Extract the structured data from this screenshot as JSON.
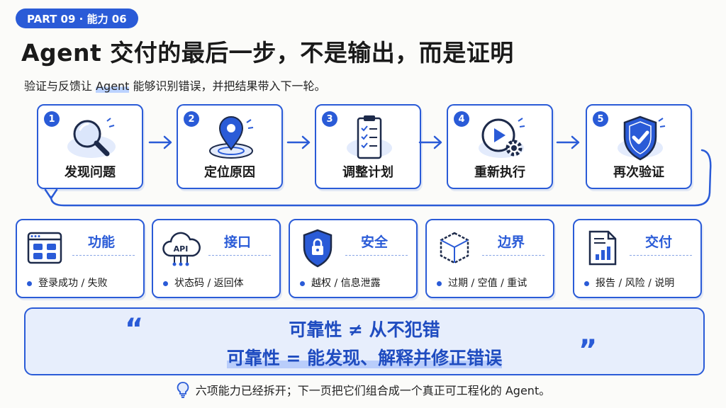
{
  "header": {
    "section_tag": "PART 09 · 能力 06",
    "title": "Agent 交付的最后一步，不是输出，而是证明",
    "subtitle_pre": "验证与反馈让 ",
    "subtitle_hl": "Agent",
    "subtitle_post": " 能够识别错误，并把结果带入下一轮。"
  },
  "steps": [
    {
      "num": "1",
      "label": "发现问题",
      "icon": "magnifier-icon"
    },
    {
      "num": "2",
      "label": "定位原因",
      "icon": "location-pin-icon"
    },
    {
      "num": "3",
      "label": "调整计划",
      "icon": "clipboard-checklist-icon"
    },
    {
      "num": "4",
      "label": "重新执行",
      "icon": "play-gear-icon"
    },
    {
      "num": "5",
      "label": "再次验证",
      "icon": "shield-check-icon"
    }
  ],
  "cards": [
    {
      "title": "功能",
      "desc": "登录成功 / 失败",
      "icon": "app-window-icon"
    },
    {
      "title": "接口",
      "desc": "状态码 / 返回体",
      "icon": "api-cloud-icon",
      "icon_text": "API"
    },
    {
      "title": "安全",
      "desc": "越权 / 信息泄露",
      "icon": "lock-shield-icon"
    },
    {
      "title": "边界",
      "desc": "过期 / 空值 / 重试",
      "icon": "cube-outline-icon"
    },
    {
      "title": "交付",
      "desc": "报告 / 风险 / 说明",
      "icon": "report-chart-icon"
    }
  ],
  "quote": {
    "open_mark": "“",
    "close_mark": "”",
    "line1": "可靠性 ≠ 从不犯错",
    "line2": "可靠性 = 能发现、解释并修正错误"
  },
  "footer": {
    "text": "六项能力已经拆开；下一页把它们组合成一个真正可工程化的 Agent。",
    "icon": "lightbulb-icon"
  },
  "colors": {
    "accent": "#2a5bd7",
    "quote_bg": "#e7eefc",
    "page_bg": "#fbfbf9"
  }
}
